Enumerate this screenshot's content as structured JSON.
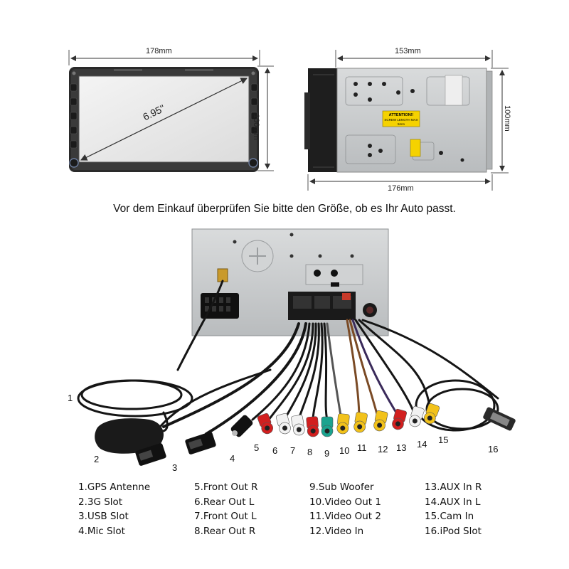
{
  "dimensions": {
    "front_width": "178mm",
    "front_height": "100mm",
    "screen_diagonal": "6.95''",
    "rear_top_width": "153mm",
    "rear_height": "100mm",
    "rear_bottom_width": "176mm"
  },
  "sticker": {
    "line1": "ATTENTION!!",
    "line2": "SCREW LENGTH MAX",
    "line3": "5mm"
  },
  "caption": "Vor dem Einkauf überprüfen Sie bitte den Größe, ob es Ihr Auto passt.",
  "callouts": [
    "1",
    "2",
    "3",
    "4",
    "5",
    "6",
    "7",
    "8",
    "9",
    "10",
    "11",
    "12",
    "13",
    "14",
    "15",
    "16"
  ],
  "legend": {
    "col1": [
      "1.GPS Antenne",
      "2.3G Slot",
      "3.USB Slot",
      "4.Mic Slot"
    ],
    "col2": [
      "5.Front Out R",
      "6.Rear Out L",
      "7.Front Out L",
      "8.Rear Out R"
    ],
    "col3": [
      "9.Sub Woofer",
      "10.Video Out 1",
      "11.Video Out 2",
      "12.Video In"
    ],
    "col4": [
      "13.AUX In R",
      "14.AUX In L",
      "15.Cam In",
      "16.iPod Slot"
    ]
  },
  "connector_colors": [
    "#d21f1f",
    "#f2f2f2",
    "#f2f2f2",
    "#d21f1f",
    "#1ba38f",
    "#f2c21b",
    "#f2c21b",
    "#f2c21b",
    "#d21f1f",
    "#f2f2f2",
    "#f2c21b"
  ],
  "colors": {
    "unit_frame": "#2a2a2a",
    "screen": "#e6e6e6",
    "chassis": "#c9cbcc",
    "cable": "#151515",
    "sticker": "#f5d200"
  }
}
